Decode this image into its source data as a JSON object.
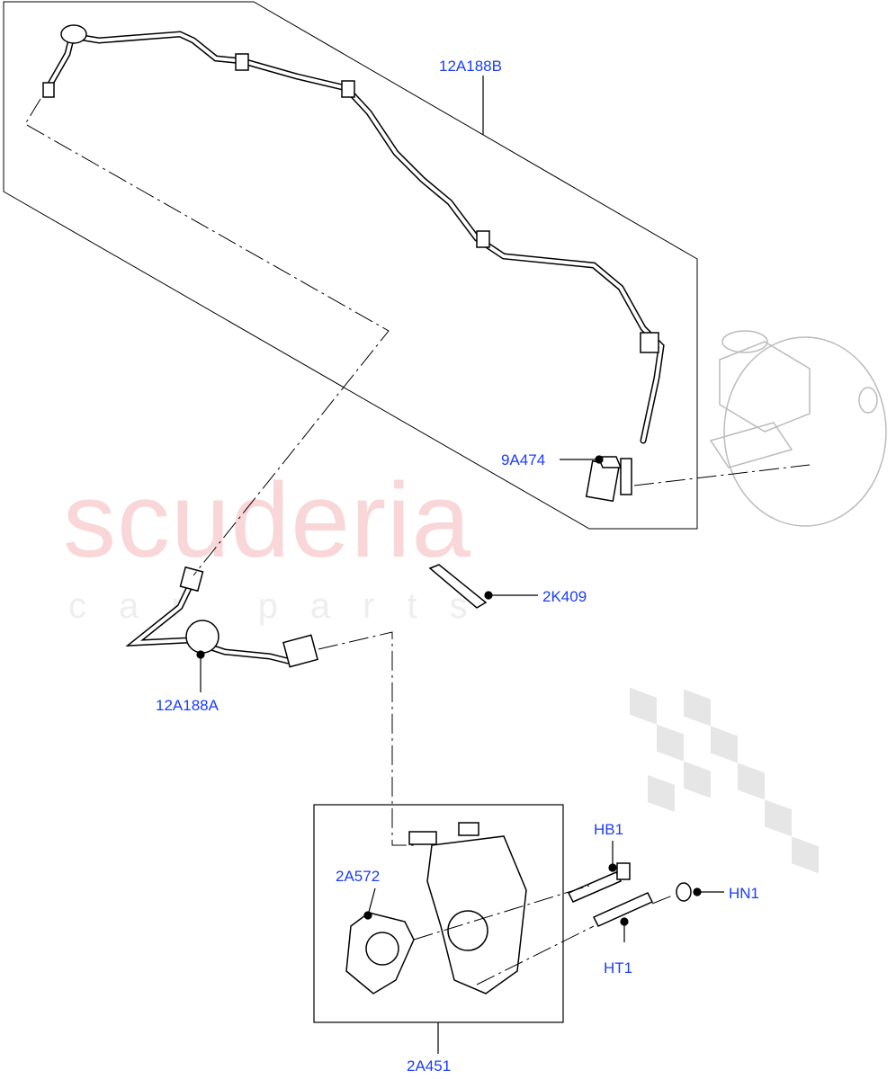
{
  "watermark": {
    "line1": "scuderia",
    "line2": "car parts"
  },
  "colors": {
    "label": "#1a3cff",
    "watermark": "#f9d6d8",
    "line": "#000000"
  },
  "callouts": [
    {
      "id": "12A188B",
      "label": "12A188B"
    },
    {
      "id": "9A474",
      "label": "9A474"
    },
    {
      "id": "2K409",
      "label": "2K409"
    },
    {
      "id": "12A188A",
      "label": "12A188A"
    },
    {
      "id": "HB1",
      "label": "HB1"
    },
    {
      "id": "2A572",
      "label": "2A572"
    },
    {
      "id": "HN1",
      "label": "HN1"
    },
    {
      "id": "HT1",
      "label": "HT1"
    },
    {
      "id": "2A451",
      "label": "2A451"
    }
  ]
}
